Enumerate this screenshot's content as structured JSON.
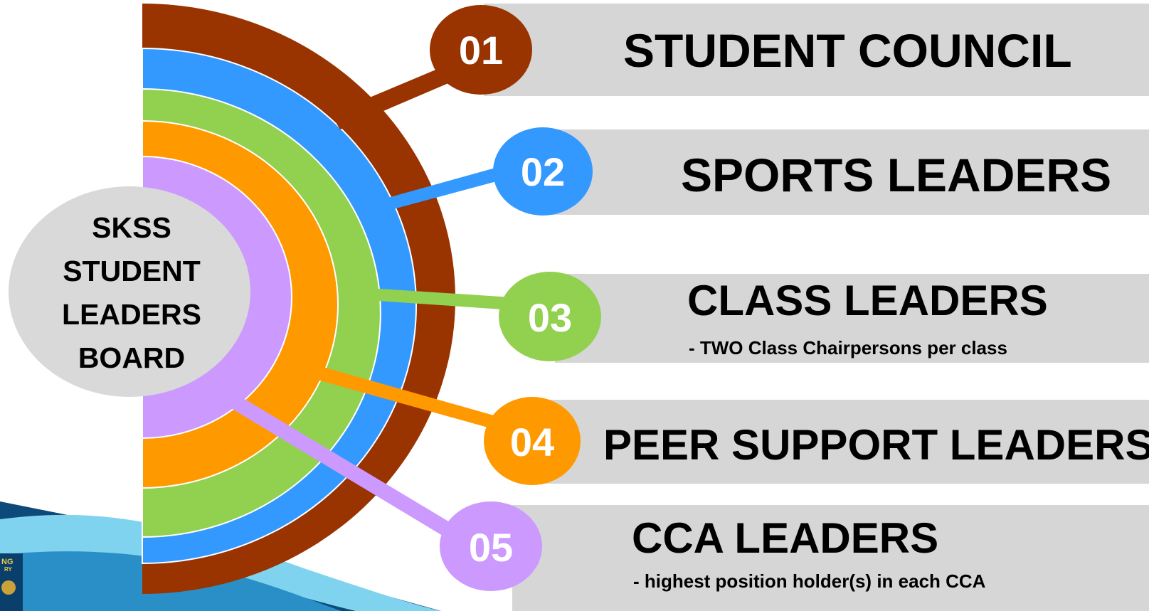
{
  "center": {
    "lines": [
      "SKSS",
      "STUDENT",
      "LEADERS",
      "BOARD"
    ]
  },
  "items": [
    {
      "number": "01",
      "title": "STUDENT COUNCIL",
      "subtitle": "",
      "color": "#993300"
    },
    {
      "number": "02",
      "title": "SPORTS LEADERS",
      "subtitle": "",
      "color": "#3399ff"
    },
    {
      "number": "03",
      "title": "CLASS LEADERS",
      "subtitle": "- TWO Class Chairpersons per class",
      "color": "#92d050"
    },
    {
      "number": "04",
      "title": "PEER SUPPORT LEADERS",
      "subtitle": "",
      "color": "#ff9900"
    },
    {
      "number": "05",
      "title": "CCA LEADERS",
      "subtitle": "- highest position holder(s) in each CCA",
      "color": "#cc99ff"
    }
  ],
  "colors": {
    "band": "#d6d6d6",
    "center_ellipse": "#d9d9d9",
    "wave_dark": "#0b4a7a",
    "wave_mid": "#2a8fc7",
    "wave_light": "#7fd3ee"
  },
  "logo": {
    "text": "NG",
    "subtext": "RY"
  }
}
